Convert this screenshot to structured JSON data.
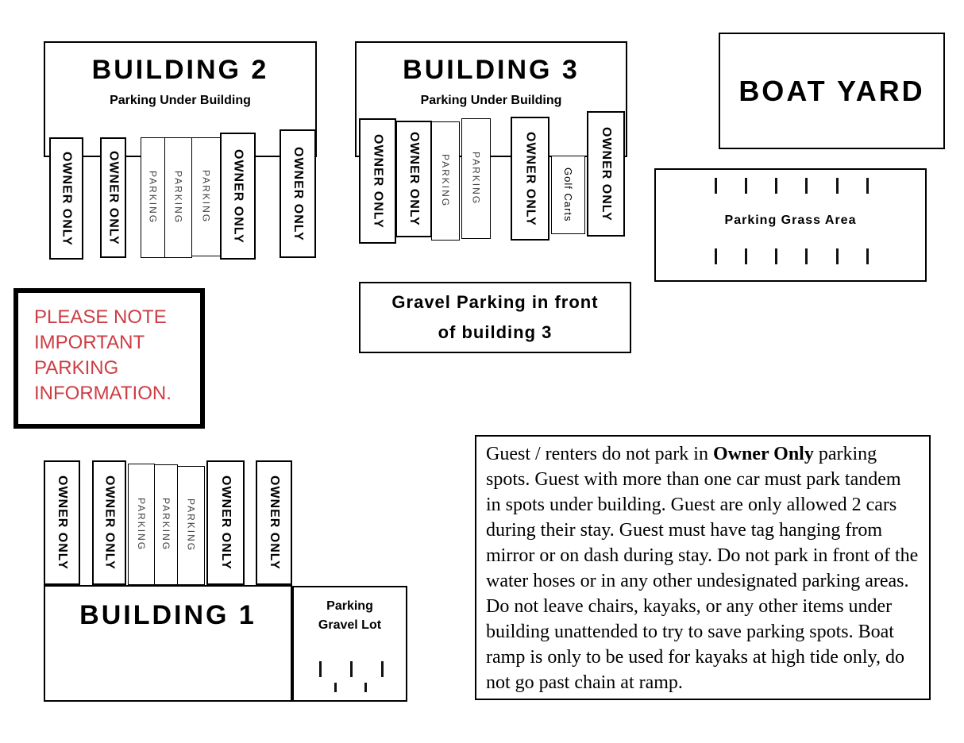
{
  "colors": {
    "outline": "#000000",
    "note_text": "#ce3d44",
    "parking_label": "#3f3f3f",
    "background": "#ffffff"
  },
  "building2": {
    "title": "BUILDING 2",
    "subtitle": "Parking Under Building",
    "spots": [
      "OWNER ONLY",
      "OWNER ONLY",
      "PARKING",
      "PARKING",
      "PARKING",
      "OWNER ONLY",
      "OWNER ONLY"
    ]
  },
  "building3": {
    "title": "BUILDING 3",
    "subtitle": "Parking Under Building",
    "spots": [
      "OWNER ONLY",
      "OWNER ONLY",
      "PARKING",
      "PARKING",
      "OWNER ONLY",
      "Golf Carts",
      "OWNER ONLY"
    ]
  },
  "boat_yard": {
    "title": "BOAT YARD"
  },
  "grass_area": {
    "label": "Parking Grass Area",
    "top_tick_count": 6,
    "bottom_tick_count": 6
  },
  "note_box": {
    "lines": [
      "PLEASE NOTE",
      "IMPORTANT",
      "PARKING",
      "INFORMATION."
    ]
  },
  "gravel_front": {
    "line1": "Gravel Parking in front",
    "line2": "of building 3"
  },
  "building1": {
    "title": "BUILDING 1",
    "spots": [
      "OWNER ONLY",
      "OWNER ONLY",
      "PARKING",
      "PARKING",
      "PARKING",
      "OWNER ONLY",
      "OWNER ONLY"
    ]
  },
  "gravel_lot": {
    "line1": "Parking",
    "line2": "Gravel Lot",
    "row1_tick_count": 3,
    "row2_tick_count": 2
  },
  "rules": {
    "part1": "Guest / renters do not park in ",
    "bold": "Owner Only",
    "part2": " parking spots. Guest with more than one car must park tandem in spots under building. Guest are only allowed 2 cars during their stay. Guest must have tag hanging from mirror or on dash during stay. Do not park in front of the water hoses or in any other undesignated parking areas. Do not leave chairs, kayaks, or any other items under building unattended to try to save parking spots. Boat ramp is only to be used for kayaks at high tide only, do not go past chain at ramp."
  }
}
